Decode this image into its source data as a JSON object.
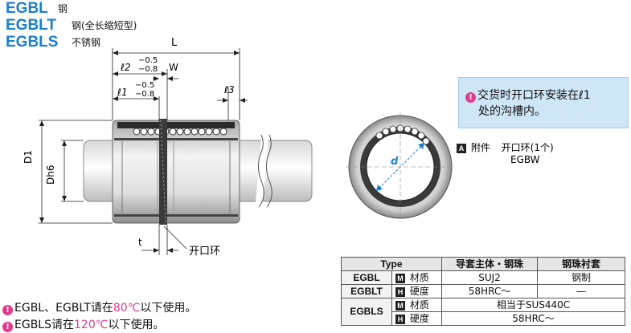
{
  "models": [
    {
      "code": "EGBL",
      "desc": "钢"
    },
    {
      "code": "EGBLT",
      "desc": "钢(全长缩短型)"
    },
    {
      "code": "EGBLS",
      "desc": "不锈钢"
    }
  ],
  "dims": {
    "L": "L",
    "l2": "ℓ2",
    "l2_tol_upper": "−0.5",
    "l2_tol_lower": "−0.8",
    "l1": "ℓ1",
    "l1_tol_upper": "−0.5",
    "l1_tol_lower": "−0.8",
    "W": "W",
    "l3": "ℓ3",
    "D1": "D1",
    "Dh6": "Dh6",
    "t": "t",
    "d": "d"
  },
  "labels": {
    "open_ring": "开口环"
  },
  "note": {
    "line1": "交货时开口环安装在ℓ1",
    "line2": "处的沟槽内。",
    "pin": "!"
  },
  "accessory": {
    "tag": "A",
    "label": "附件",
    "item": "开口环(1个)",
    "code": "EGBW"
  },
  "table": {
    "headers": [
      "Type",
      "导套主体・钢珠",
      "钢珠衬套"
    ],
    "rows": [
      {
        "model": "EGBL",
        "tag": "M",
        "prop": "材质",
        "v1": "SUJ2",
        "v2": "钢制"
      },
      {
        "model": "EGBLT",
        "tag": "H",
        "prop": "硬度",
        "v1": "58HRC～",
        "v2": "—"
      },
      {
        "model": "EGBLS",
        "tag": "M",
        "prop": "材质",
        "merged": "相当于SUS440C"
      },
      {
        "tag": "H",
        "prop": "硬度",
        "merged": "58HRC～"
      }
    ]
  },
  "usage": [
    {
      "pre": "EGBL、EGBLT请在",
      "temp": "80℃",
      "post": "以下使用。"
    },
    {
      "pre": "EGBLS请在",
      "temp": "120℃",
      "post": "以下使用。"
    }
  ],
  "colors": {
    "accent": "#1a7fd0",
    "highlight": "#e23b8c",
    "note_bg": "#cfe6f7"
  }
}
